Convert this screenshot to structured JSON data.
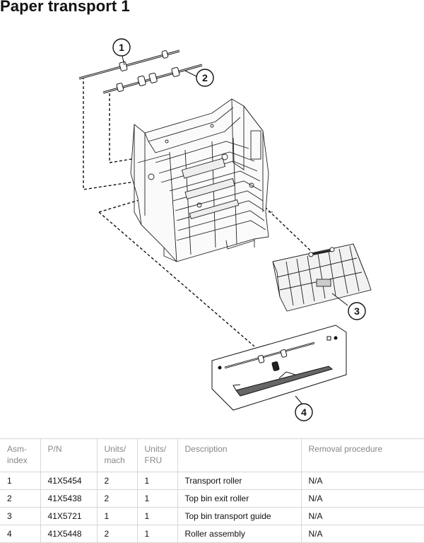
{
  "page": {
    "title": "Paper transport 1"
  },
  "callouts": [
    "1",
    "2",
    "3",
    "4"
  ],
  "table": {
    "headers": [
      "Asm-index",
      "P/N",
      "Units/ mach",
      "Units/ FRU",
      "Description",
      "Removal procedure"
    ],
    "rows": [
      [
        "1",
        "41X5454",
        "2",
        "1",
        "Transport roller",
        "N/A"
      ],
      [
        "2",
        "41X5438",
        "2",
        "1",
        "Top bin exit roller",
        "N/A"
      ],
      [
        "3",
        "41X5721",
        "1",
        "1",
        "Top bin transport guide",
        "N/A"
      ],
      [
        "4",
        "41X5448",
        "2",
        "1",
        "Roller assembly",
        "N/A"
      ]
    ]
  }
}
